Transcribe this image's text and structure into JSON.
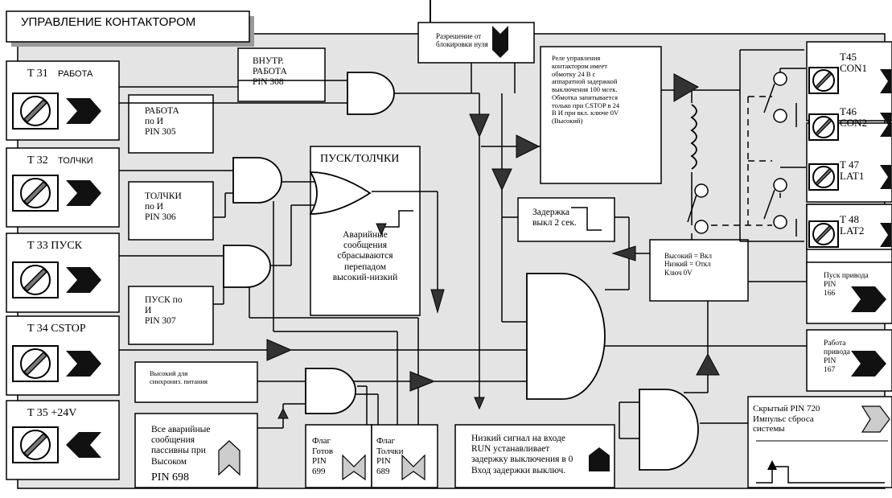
{
  "title": "УПРАВЛЕНИЕ КОНТАКТОРОМ",
  "terminals_left": [
    {
      "label": "T 31",
      "sub": "РАБОТА"
    },
    {
      "label": "T 32",
      "sub": "ТОЛЧКИ"
    },
    {
      "label": "T 33 ПУСК",
      "sub": ""
    },
    {
      "label": "T 34 CSTOP",
      "sub": ""
    },
    {
      "label": "T 35 +24V",
      "sub": ""
    }
  ],
  "terminals_right": [
    {
      "label": "T45",
      "sub": "CON1"
    },
    {
      "label": "T46",
      "sub": "CON2"
    },
    {
      "label": "T 47",
      "sub": "LAT1"
    },
    {
      "label": "T 48",
      "sub": "LAT2"
    }
  ],
  "pins": {
    "run_and": "РАБОТА\nпо И\nPIN 305",
    "jog_and": "ТОЛЧКИ\nпо И\nPIN 306",
    "start_and": "ПУСК по\nИ\nPIN 307",
    "internal_run": "ВНУТР.\nРАБОТА\nPIN 308",
    "high_sync": "Высокий для\nсинхрониз. питания",
    "alarms_passive": "Все аварийные\nсообщения\nпассивны при\nВысоком",
    "alarms_pin": "PIN 698",
    "flag_ready": "Флаг\nГотов\nPIN\n699",
    "flag_jog": "Флаг\nТолчки\nPIN\n689",
    "run_low": "Низкий сигнал на входе\nRUN устанавливает\nзадержку выключения в 0\nВход задержки выключ.",
    "enable_block": "Разрешение от\nблокировки нуля",
    "relay_note": "Реле управления\nконтактором имеет\nобмотку 24 В с\nаппаратной задержкой\nвыключения 100 мсек.\nОбмотка запитывается\nтолько при CSTOP в 24\nВ И при вкл. ключе 0V\n(Высокий)",
    "start_jog_title": "ПУСК/ТОЛЧКИ",
    "alarm_reset": "Аварийные\nсообщения\nсбрасываются\nперепадом\nвысокий-низкий",
    "delay_off": "Задержка\nвыкл 2 сек.",
    "key_state": "Высокий = Вкл\nНизкий = Откл\nКлюч 0V",
    "drive_start": "Пуск привода\nPIN\n166",
    "drive_run": "Работа\nпривода\nPIN\n167",
    "hidden_pin": "Скрытый  PIN 720\nИмпульс сброса\nсистемы"
  }
}
